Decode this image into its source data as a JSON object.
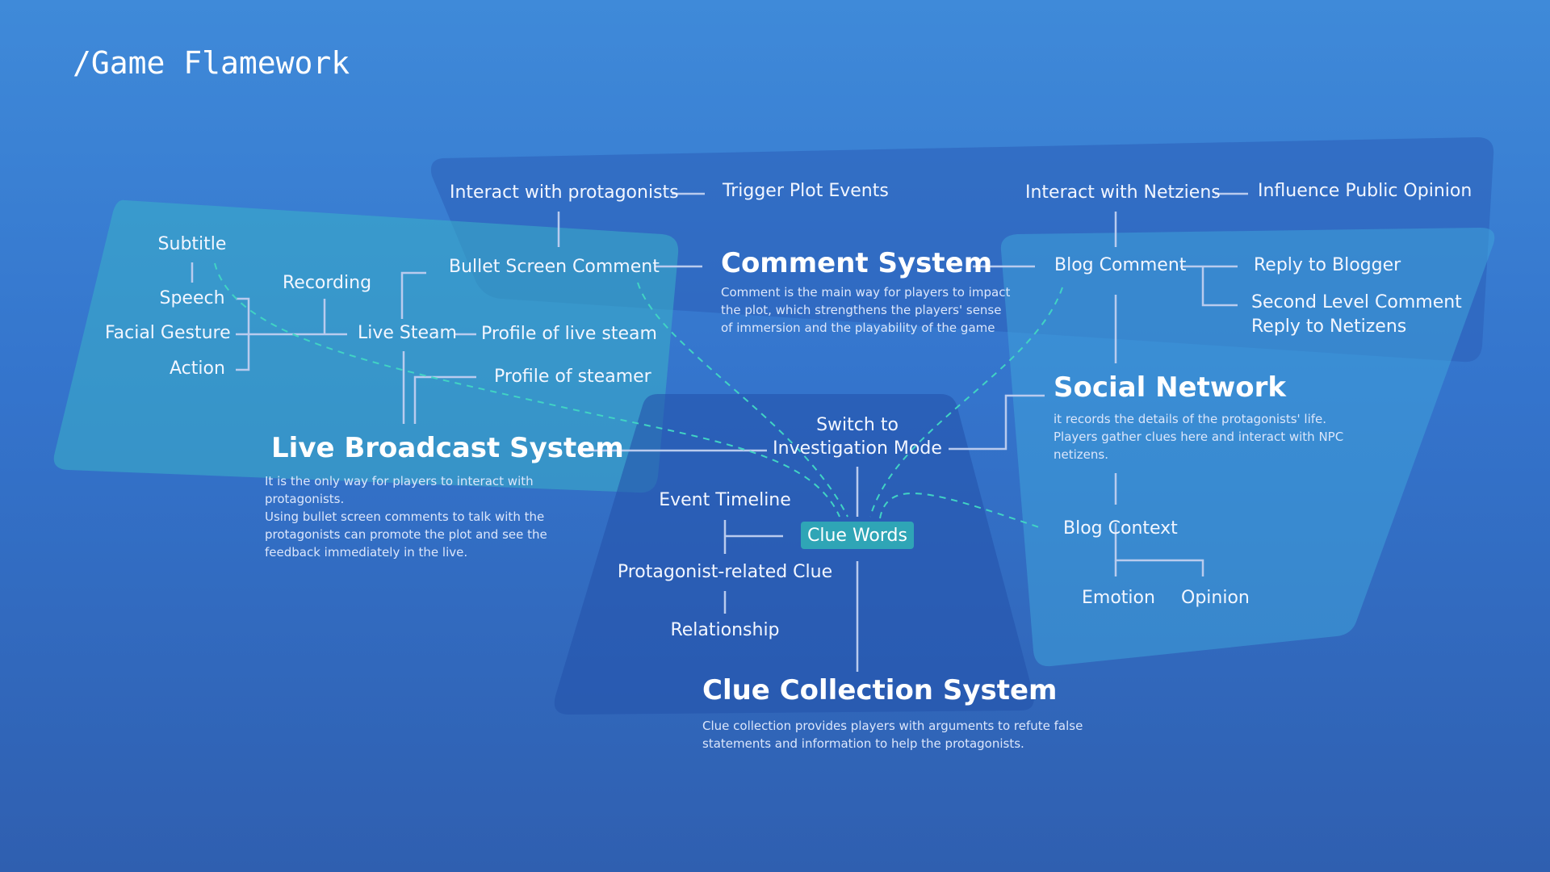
{
  "page_title": "/Game Flamework",
  "colors": {
    "background_top": "#3f8ad9",
    "background_bottom": "#2f5fb0",
    "panel_live": "#3aa6c8",
    "panel_comment": "#2f63bd",
    "panel_clue": "#2a58b0",
    "panel_social": "#3d9fd6",
    "connector": "#b9cbee",
    "dashed_link": "#41d3c4",
    "clue_badge": "#2fa5b6"
  },
  "live_broadcast": {
    "title": "Live Broadcast System",
    "description_1": "It is the only way for players to interact with protagonists.",
    "description_2": "Using bullet screen comments to talk with the protagonists can promote the plot and see the feedback immediately in the live.",
    "subtitle": "Subtitle",
    "speech": "Speech",
    "facial_gesture": "Facial Gesture",
    "action": "Action",
    "recording": "Recording",
    "live_steam": "Live Steam",
    "profile_live_steam": "Profile of live steam",
    "profile_steamer": "Profile of steamer"
  },
  "comment_system": {
    "title": "Comment System",
    "description": "Comment is the main way for players to impact the plot, which strengthens the players' sense of immersion and the playability of the game",
    "interact_protagonists": "Interact with protagonists",
    "trigger_plot": "Trigger Plot Events",
    "bullet_screen": "Bullet Screen Comment",
    "interact_netziens": "Interact with Netziens",
    "influence_opinion": "Influence Public Opinion",
    "blog_comment": "Blog Comment",
    "reply_blogger": "Reply to Blogger",
    "second_level": "Second Level Comment",
    "reply_netizens": "Reply to Netizens"
  },
  "social_network": {
    "title": "Social Network",
    "description": "it records the details of the protagonists' life. Players gather clues here and interact with NPC netizens.",
    "blog_context": "Blog Context",
    "emotion": "Emotion",
    "opinion": "Opinion"
  },
  "clue_collection": {
    "title": "Clue Collection System",
    "description": "Clue collection provides players with arguments to refute false statements and information to help the protagonists.",
    "switch_line1": "Switch to",
    "switch_line2": "Investigation Mode",
    "clue_words": "Clue Words",
    "event_timeline": "Event Timeline",
    "protagonist_clue": "Protagonist-related Clue",
    "relationship": "Relationship"
  }
}
